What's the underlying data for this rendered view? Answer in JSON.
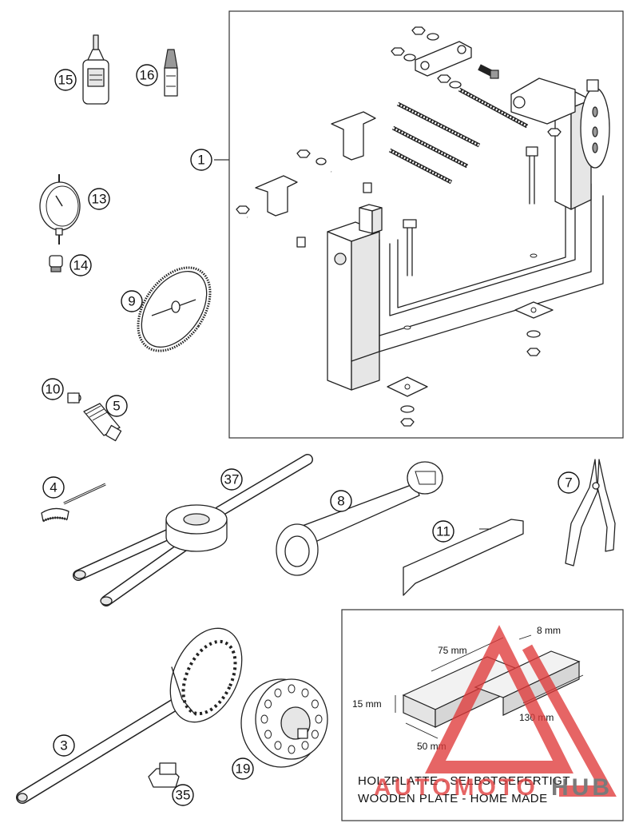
{
  "callouts": {
    "c1": "1",
    "c3": "3",
    "c4": "4",
    "c5": "5",
    "c7": "7",
    "c8": "8",
    "c9": "9",
    "c10": "10",
    "c11": "11",
    "c13": "13",
    "c14": "14",
    "c15": "15",
    "c16": "16",
    "c19": "19",
    "c35": "35",
    "c37": "37"
  },
  "wooden_plate": {
    "dim_length": "75 mm",
    "dim_thickness_top": "8 mm",
    "dim_height": "15 mm",
    "dim_width": "50 mm",
    "dim_long": "130 mm",
    "caption_de": "HOLZPLATTE - SELBSTGEFERTIGT",
    "caption_en": "WOODEN PLATE - HOME MADE"
  },
  "watermark": {
    "text_left": "AUTOMOTO",
    "text_right": "HUB",
    "color_primary": "#e03a3a",
    "color_secondary": "#555555"
  }
}
